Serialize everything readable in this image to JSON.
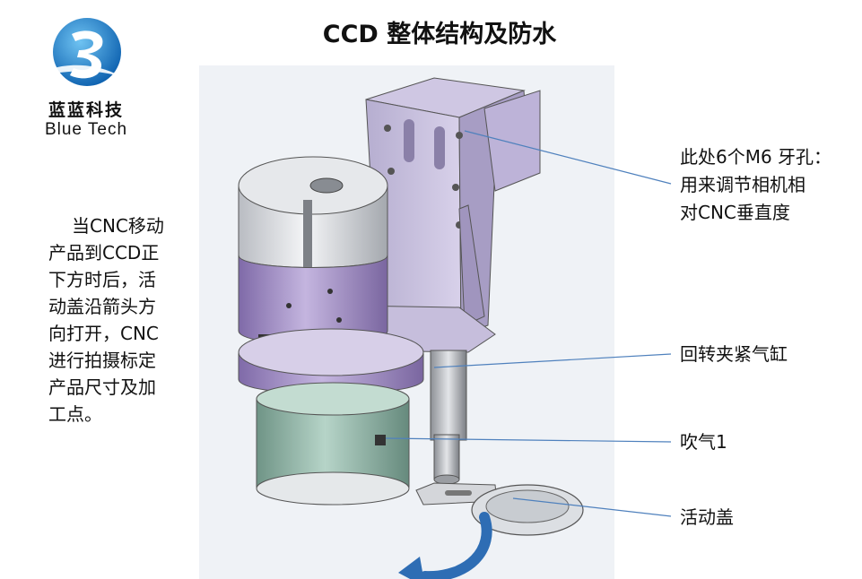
{
  "header": {
    "title": "CCD 整体结构及防水"
  },
  "logo": {
    "brand_cn": "蓝蓝科技",
    "brand_en": "Blue Tech"
  },
  "description": {
    "lines": [
      "当CNC移动",
      "产品到CCD正",
      "下方时后，活",
      "动盖沿箭头方",
      "向打开，CNC",
      "进行拍摄标定",
      "产品尺寸及加",
      "工点。"
    ]
  },
  "annotations": {
    "m6_holes": [
      "此处6个M6 牙孔：",
      "用来调节相机相",
      "对CNC垂直度"
    ],
    "rotary_clamp": "回转夹紧气缸",
    "air_blow": "吹气1",
    "movable_cover": "活动盖"
  },
  "colors": {
    "leader_line": "#4f81bd",
    "arrow": "#2e6db4",
    "purple_part": "#9b86c0",
    "green_part": "#8fb5a8"
  }
}
